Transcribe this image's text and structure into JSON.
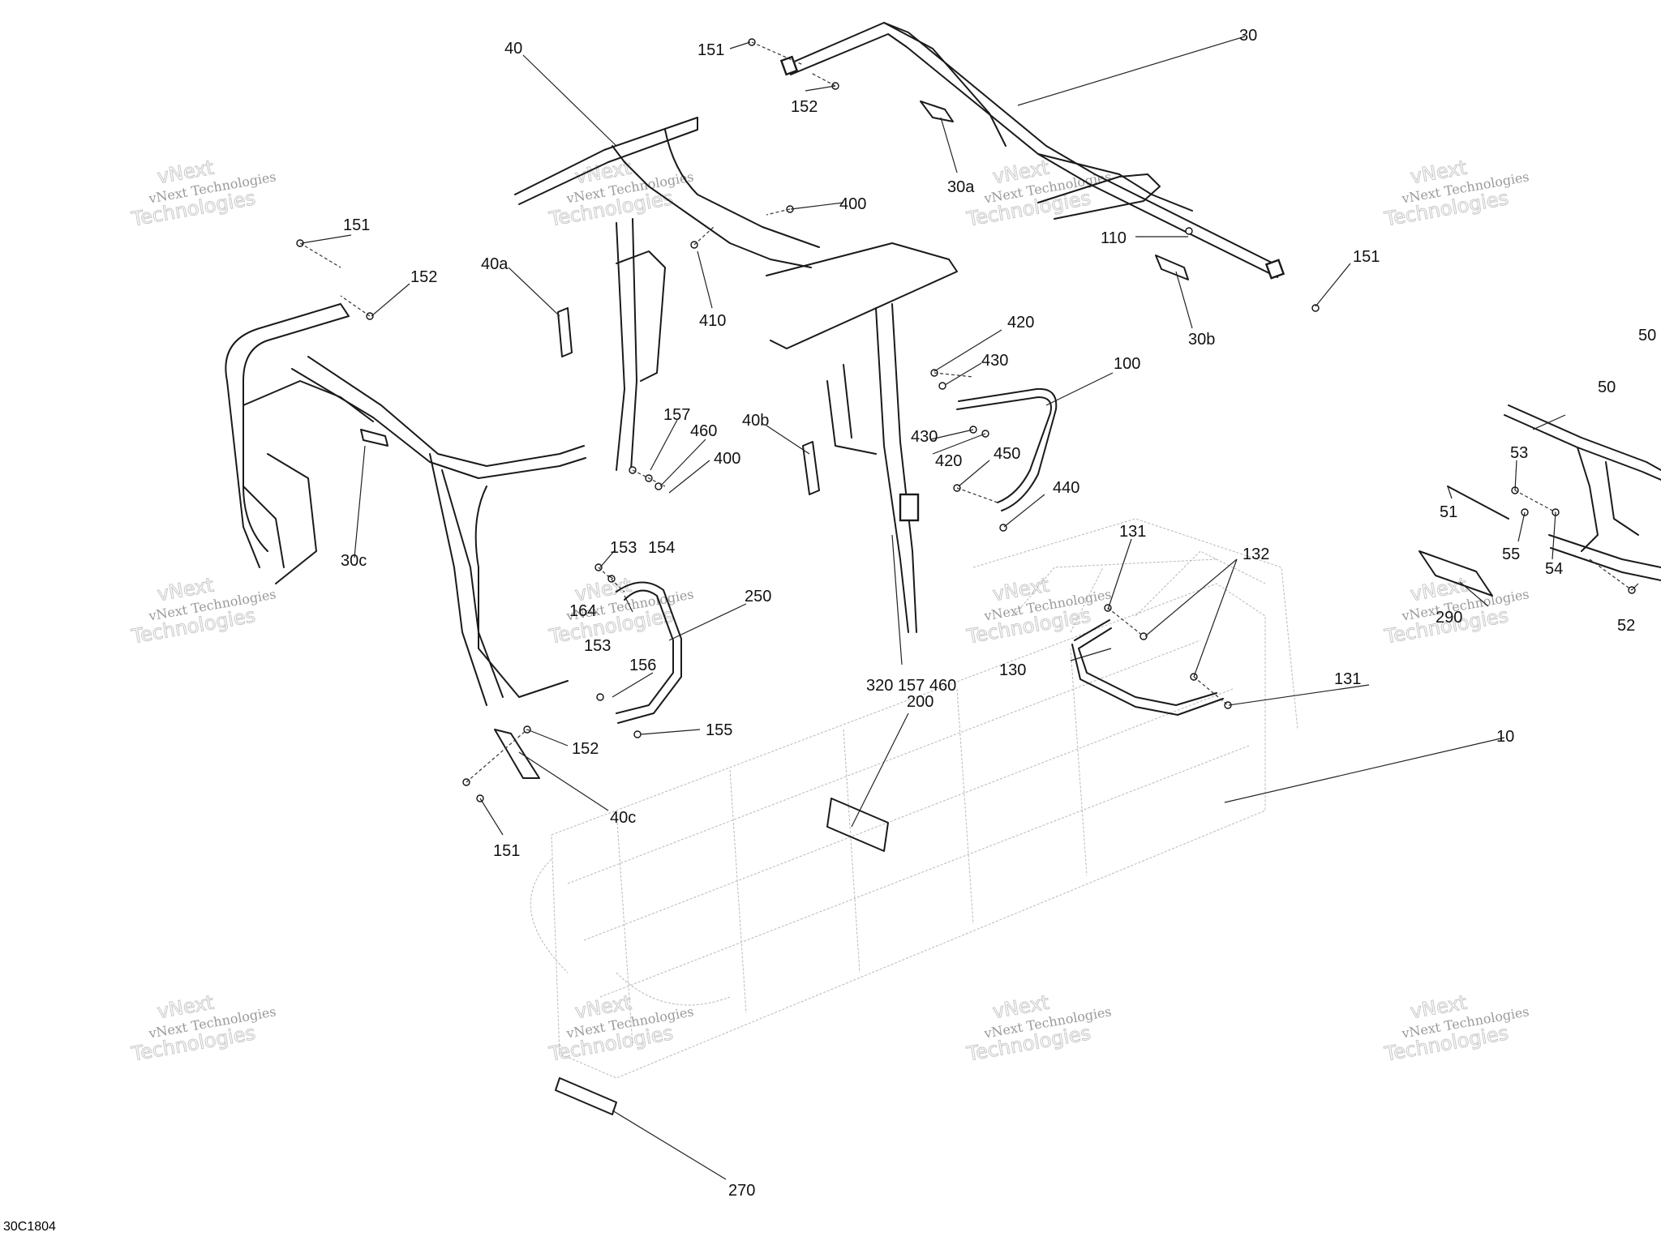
{
  "diagram": {
    "reference_code": "30C1804",
    "watermark": {
      "line1": "vNext Technologies",
      "line2": "Technologies",
      "line3": "vNext"
    },
    "callouts": [
      {
        "id": "c30",
        "text": "30"
      },
      {
        "id": "c151a",
        "text": "151"
      },
      {
        "id": "c152a",
        "text": "152"
      },
      {
        "id": "c40",
        "text": "40"
      },
      {
        "id": "c30a",
        "text": "30a"
      },
      {
        "id": "c400a",
        "text": "400"
      },
      {
        "id": "c110",
        "text": "110"
      },
      {
        "id": "c151b",
        "text": "151"
      },
      {
        "id": "c30b",
        "text": "30b"
      },
      {
        "id": "c151c",
        "text": "151"
      },
      {
        "id": "c152b",
        "text": "152"
      },
      {
        "id": "c40a",
        "text": "40a"
      },
      {
        "id": "c410",
        "text": "410"
      },
      {
        "id": "c420a",
        "text": "420"
      },
      {
        "id": "c430a",
        "text": "430"
      },
      {
        "id": "c100",
        "text": "100"
      },
      {
        "id": "c50a",
        "text": "50"
      },
      {
        "id": "c50b",
        "text": "50"
      },
      {
        "id": "c157a",
        "text": "157"
      },
      {
        "id": "c460a",
        "text": "460"
      },
      {
        "id": "c400b",
        "text": "400"
      },
      {
        "id": "c40b",
        "text": "40b"
      },
      {
        "id": "c430b",
        "text": "430"
      },
      {
        "id": "c420b",
        "text": "420"
      },
      {
        "id": "c450",
        "text": "450"
      },
      {
        "id": "c440",
        "text": "440"
      },
      {
        "id": "c53",
        "text": "53"
      },
      {
        "id": "c51",
        "text": "51"
      },
      {
        "id": "c55",
        "text": "55"
      },
      {
        "id": "c54",
        "text": "54"
      },
      {
        "id": "c30c",
        "text": "30c"
      },
      {
        "id": "c131a",
        "text": "131"
      },
      {
        "id": "c132",
        "text": "132"
      },
      {
        "id": "c153a",
        "text": "153"
      },
      {
        "id": "c154",
        "text": "154"
      },
      {
        "id": "c164",
        "text": "164"
      },
      {
        "id": "c153b",
        "text": "153"
      },
      {
        "id": "c250",
        "text": "250"
      },
      {
        "id": "c290",
        "text": "290"
      },
      {
        "id": "c52",
        "text": "52"
      },
      {
        "id": "c130",
        "text": "130"
      },
      {
        "id": "c131b",
        "text": "131"
      },
      {
        "id": "c156",
        "text": "156"
      },
      {
        "id": "c320",
        "text": "320 157 460"
      },
      {
        "id": "c200",
        "text": "200"
      },
      {
        "id": "c155",
        "text": "155"
      },
      {
        "id": "c10",
        "text": "10"
      },
      {
        "id": "c152c",
        "text": "152"
      },
      {
        "id": "c40c",
        "text": "40c"
      },
      {
        "id": "c151d",
        "text": "151"
      },
      {
        "id": "c270",
        "text": "270"
      }
    ]
  }
}
